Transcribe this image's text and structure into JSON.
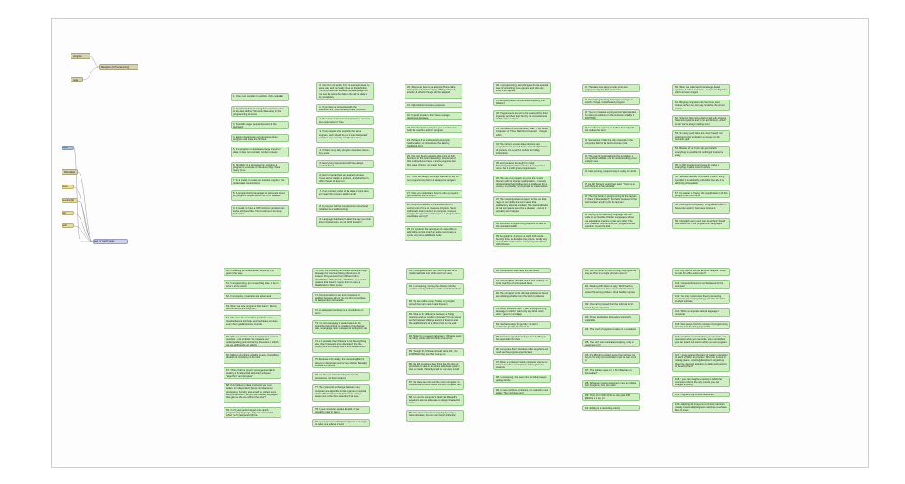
{
  "canvas": {
    "background": "#fdfdfd",
    "border_color": "#d0d0d0"
  },
  "colors": {
    "green_node": "#cfeec2",
    "green_border": "#96c98a",
    "tan_node": "#d5d2ae",
    "blue_node": "#a9c4d9",
    "yellow_node": "#e7dc98",
    "lavender_node": "#cfd0ea",
    "wire": "#9a9a9a"
  },
  "left_chain": [
    {
      "kind": "tan",
      "text": "program"
    },
    {
      "kind": "tan",
      "text": "Metaphor of Programming"
    },
    {
      "kind": "tan",
      "text": "note"
    },
    {
      "kind": "blue",
      "text": "input"
    },
    {
      "kind": "tan",
      "text": "filter/adapt"
    },
    {
      "kind": "yellow",
      "text": "store"
    },
    {
      "kind": "yellow",
      "text": "function (9)"
    },
    {
      "kind": "yellow",
      "text": "join"
    },
    {
      "kind": "yellow",
      "text": "split"
    },
    {
      "kind": "lavender",
      "text": "ask_for batch delay"
    }
  ],
  "top_groups": [
    [
      "1. One must consider to another. that's valuable",
      "2. Functional data covering: data structures data to do deep define? Structure data array in the programming structure",
      "3. Symbolic vague (expand version of the text/work)",
      "4. Early programs are just structures when program until steps are finished",
      "5. If a program manipulates a large amount of data, it does not a certain number of steps",
      "6. Similarity is a consequence: returning a program is a sample of the same thing: does it many times",
      "7. In a model, to create an abstract program, that understand constructions",
      "8. A program/string languages is two levels where its programs outputs either the in the dataset",
      "9. A model: to have a OR functions operators can solve structural files. The functions on its steps and values"
    ],
    [
      "10. Get the in & words. For the same process the same way, and not really close to the definition. The only difference between Metalanguage and you see the same the data in the all the data of the vocabulary",
      "11. If you have a connection with the dependencies, you probably create functions",
      "12. Recursion is the tool of computation, as in it is also explanation for free",
      "13. If two people write explicitly the same program, each should be put it into functionality and then they certainly can't be the same",
      "14. If that is very early program exercises issues - they exists",
      "15. Everything interpreted itself has always resulted from it",
      "16. Every program has an abstract purpose. Those are for data in a problem, and whether it's within the set of data to it",
      "17. If an abstract model of the data of input does not mean, the program adds it at all",
      "18. A program without components is structured variables as a well-counting",
      "19. Language that doesn't affect the way you think about programming, is not worth knowing"
    ],
    [
      "20. Whenever there is an attempt. There is the attempt for a functional thing. While performed, intuition & effort in things, will be adapted",
      "21. Optimization increases presence",
      "22. In good program, don't have a usage developed language",
      "23. To understand a program you must become both the machine and the program",
      "24. Perhaps if we understand just simple mathematics, we should use the data by traditional form",
      "25. One can be any aspects that is the of both functions in the most interesting. Concerned of this is attractive to have to know programs that first make choices, no matter how",
      "26. There will always be things we shall to rely on our programming that is at always not program",
      "27. Once you understand how to write a program get someone else to write it",
      "28. Around computers it is difficult to find the correct unit of time to measure progress. Some cathedrals took a century to complete. Can you imagine the grandeur and scope of a program that would take as long?",
      "29. For systems, the analogue of a face-lift is to add to the control graph an edge that creates a cycle, not just an additional node"
    ],
    [
      "30. In programming, everything we do is a special case of something more general and often we know it too quickly",
      "31. Simplicity does not precede complexity, but follows it",
      "32. Programmers are not to be measured by their ingenuity and their logic but by the completeness of their case analysis",
      "33. The eleventh commandment was \"Thou Shalt Compute\" or \"Thou Shalt Not Compute\" - I forget which",
      "34. The string is a stark data structure and everywhere it is passed there is much duplication of process. It is a perfect vehicle for hiding information",
      "35. Everyone can be taught to sculpt: Michelangelo would have had to be taught how not to. So it is with great programmers",
      "36. The use of a program to prove the 4-color theorem will not change mathematics - it merely demonstrates that the theorem, a challenge for a century, is probably not important to mathematics",
      "37. The most important computer is the one that rages in our skulls and ever seeks that satisfactory external emulator. The standardization of real computers would be a disaster - and so it probably won't happen",
      "38. Structured Programming supports the law of the excluded middle",
      "39. Re graphics: A picture is worth 10K words - but only those to describe the picture. Hardly any sets of 10K words can be adequately described with pictures"
    ],
    [
      "40. There are two ways to write error-free programs; only the third one works",
      "41. Some programming languages manage to absorb change, but withstand progress",
      "42. You can measure a programmer's perspective by noting his attitude on the continuing vitality of FORTRAN",
      "43. In software systems, it is often the early bird that makes the worm",
      "44. Sometimes I think the only universal in the computing field is the fetch-execute cycle",
      "45. The goal of computation is the emulation of our synthetic abilities, not the understanding of our analytic ones",
      "46. Like punning, programming is a play on words",
      "47. As Will Rogers would have said, \"There is no such thing as a free variable\"",
      "48. The best book on programming for the layman is \"Alice in Wonderland\"; but that's because it's the best book on anything for the layman",
      "49. Giving up on assembly language was the apple in our Garden of Eden: Languages whose use squanders machine cycles are sinful. The LISP machine now permits LISP programmers to abandon bra and fig-leaf"
    ],
    [
      "50. When we understand knowledge-based systems, it will be as before - except our fingertips will have been singed",
      "51. Bringing computers into the home won't change either one, but may revitalize the corner saloon",
      "52. Systems have sub-systems and sub-systems have sub-systems and so on ad infinitum - which is why we're always starting over",
      "53. So many good ideas are never heard from again once they embark in a voyage on the semantic gulf",
      "54. Beware of the Turing tar-pit in which everything is possible but nothing of interest is easy",
      "55. A LISP programmer knows the value of everything, but the cost of nothing",
      "56. Software is under a constant tension. Being symbolic it is arbitrarily perfectible; but also it is arbitrarily changeable",
      "57. It is easier to change the specification to fit the program than vice versa",
      "58. Fools ignore complexity. Pragmatists suffer it. Some can avoid it. Geniuses remove it",
      "59. In English every word can be verbed. Would that it were so in our programming languages"
    ]
  ],
  "bottom_groups": [
    [
      "60. In seeking the unattainable, simplicity only gets in the way",
      "61. In programming, as in everything else, to be in error is to be reborn",
      "62. In computing, invariants are ephemeral",
      "63. When we write programs that \"learn\", it turns out that we do and they don't",
      "64. Often it is the means that justify the ends: Goals advance technique and technique survives even when goal structures crumble",
      "65. Make no mistake about it: Computers process numbers - not symbols. We measure our understanding (and control) by the extent to which we can arithmetize an activity",
      "66. Making something variable is easy. Controlling duration of constancy is the trick",
      "67. Think of all the psychic energy expended in seeking a fundamental distinction between \"algorithm\" and \"program\"",
      "68. If we believe in data structures, we must believe in independent (hence simultaneous) processing. For why else would we collect items within a structure? Why do we tolerate languages that give us the one without the other?",
      "69. In a 5 year period we get one superb programming language. Only we can't control when the 5 year period will be"
    ],
    [
      "70. Over the centuries the Indians developed sign language for communicating phenomena of interest. Programmers from different tribes (FORTRAN, LISP, ALGOL, SNOBOL, etc.) could use one that doesn't require them to carry a blackboard on their ponies",
      "71. Documentation is like term insurance: It satisfies because almost no one who subscribes to it depends on its benefits",
      "72. An adequate bootstrap is a contradiction in terms",
      "73. It is not a language's weaknesses but its strengths that control the gradient of its change: Alas, a language never escapes its embryonic sac",
      "74. Is it possible that software is not like anything else, that it is meant to be discarded: that the whole point is to always see it as a soap bubble?",
      "75. Because of its vitality, the computing field is always in desperate need of new cliches: Banality soothes our nerves",
      "76. It is the user who should parameterize procedures, not their creators",
      "77. The cybernetic exchange between man, computer and algorithm is like a game of musical chairs: The frantic search for balance always leaves one of the three standing ill at ease",
      "78. If your computer speaks English, it was probably made in Japan",
      "79. A year spent in artificial intelligence is enough to make one believe in God"
    ],
    [
      "80. Prolonged contact with the computer turns mathematicians into clerks and vice versa",
      "81. In computing, turning the obvious into the useful is a living definition of the word \"frustration\"",
      "82. We are on the verge: Today our program proved Fermat's next-to-last theorem",
      "83. What is the difference between a Turing machine and the modern computer? It's the same as that between Hillary's ascent of Everest and the establishment of a Hilton hotel on its peak",
      "84. Motto for a research laboratory: What we work on today, others will first think of tomorrow",
      "85. Though the Chinese should adore APL, it's FORTRAN they put their money on",
      "86. We kid ourselves if we think that the ratio of procedure to data in an active data-base system can be made arbitrarily small or even kept small",
      "87. We have the mini and the micro computer. In what semantic niche would the pico computer fall?",
      "88. It is not the computer's fault that Maxwell's equations are not adequate to design the electric motor",
      "89. One does not learn computing by using a hand calculator, but one can forget arithmetic"
    ],
    [
      "90. Computation has made the tree flower",
      "91. The computer reminds one of Lon Chaney - it is the machine of a thousand faces",
      "92. The computer is the ultimate polluter: its feces are indistinguishable from the food it produces",
      "93. When someone says \"I want a programming language in which I need only say what I wish done,\" give him a lollipop",
      "94. Interfaces keep things tidy, but don't accelerate growth: Functions do",
      "95. Don't have good ideas if you aren't willing to be responsible for them",
      "96. Computers don't introduce order anywhere as much as they expose opportunities",
      "97. When a professor insists computer science is X but not Y, have compassion for his graduate students",
      "98. In computing, the mean time to failure keeps getting shorter",
      "99. In man-machine symbiosis, it is man who must adjust: The machines can't"
    ],
    [
      "100. We will never run out of things to program as long as there is a single program around",
      "101. Dealing with failure is easy: Work hard to improve. Success is also easy to handle: You've solved the wrong problem. Work hard to improve",
      "102. One can't proceed from the informal to the formal by formal means",
      "103. Purely applicative languages are poorly applicable",
      "104. The proof of a system's value is its existence",
      "105. You can't communicate complexity, only an awareness of it",
      "106. It's difficult to extract sense from strings, but they're the only communication coin we can count on",
      "107. The debate rages on: Is PL/I Bactrian or Dromedary?",
      "108. Whenever two programmers meet to criticize their programs, both are silent",
      "109. Think of it! With VLSI we can pack 100 ENIACs in 1 sq. cm",
      "110. Editing is a rewording activity"
    ],
    [
      "111. Why did the Roman Empire collapse? What is Latin for office automation?",
      "112. Computer Science is embarrassed by the computer",
      "113. The only constructive theory connecting neuroscience and psychology will arise from the study of software",
      "114. Within a computer natural language is unnatural",
      "115. Most people find the concept of programming obvious, but the doing impossible",
      "116. You think you know when you can learn, are more sure when you can write, even more when you can teach, but certain when you can program",
      "117. It goes against the grain of modern education to teach children to program. What fun is there in making plans, acquiring discipline in organizing thoughts, devoting attention to detail and learning to be self-critical?",
      "118. If you can imagine a society in which the computer-robot is the only menial, you can imagine anything",
      "119. Programming is an unnatural act",
      "120. Adapting old programs to fit new machines usually means adapting new machines to behave like old ones"
    ]
  ]
}
